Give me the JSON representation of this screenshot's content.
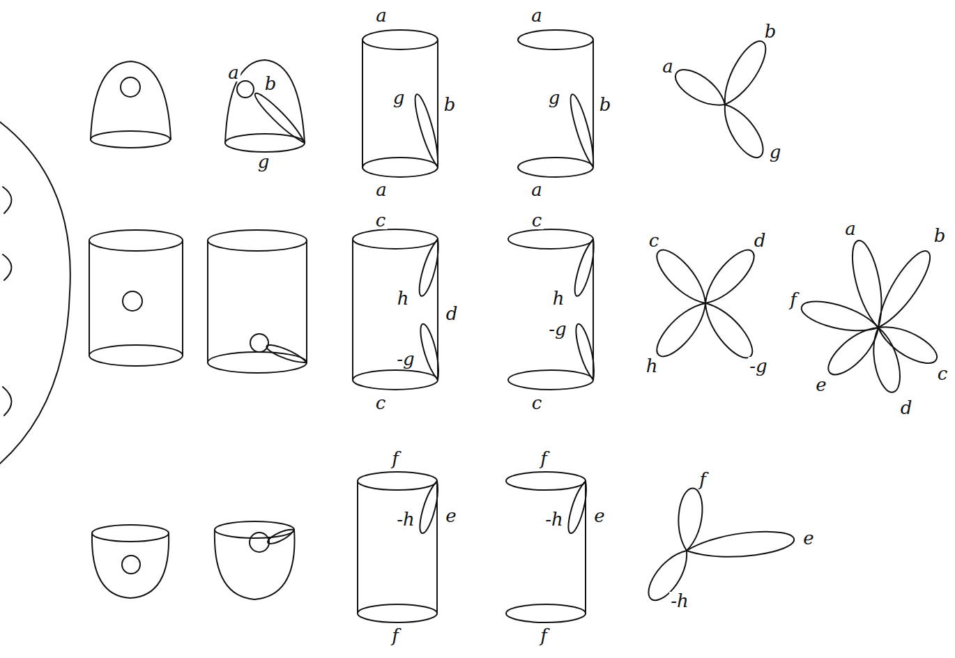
{
  "diagram": {
    "labels": [
      "a",
      "b",
      "g",
      "a",
      "g",
      "b",
      "a",
      "a",
      "g",
      "b",
      "a",
      "a",
      "b",
      "g",
      "c",
      "h",
      "d",
      "-g",
      "c",
      "c",
      "h",
      "-g",
      "c",
      "c",
      "d",
      "h",
      "-g",
      "a",
      "b",
      "f",
      "c",
      "e",
      "d",
      "f",
      "-h",
      "e",
      "f",
      "f",
      "-h",
      "e",
      "f",
      "f",
      "e",
      "-h"
    ]
  }
}
